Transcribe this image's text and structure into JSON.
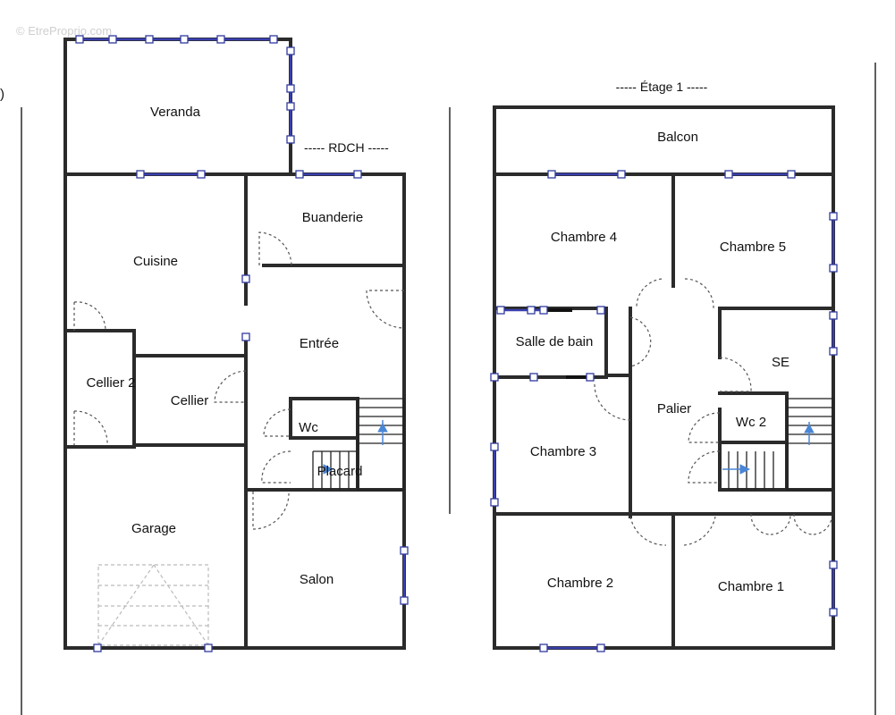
{
  "watermark": "© EtreProprio.com",
  "plans": {
    "ground": {
      "title": "----- RDCH -----",
      "rooms": {
        "veranda": "Veranda",
        "buanderie": "Buanderie",
        "cuisine": "Cuisine",
        "entree": "Entrée",
        "cellier2": "Cellier 2",
        "cellier": "Cellier",
        "wc": "Wc",
        "placard": "Placard",
        "garage": "Garage",
        "salon": "Salon"
      }
    },
    "upper": {
      "title": "----- Étage 1 -----",
      "rooms": {
        "balcon": "Balcon",
        "chambre4": "Chambre 4",
        "chambre5": "Chambre 5",
        "salle_de_bain": "Salle de bain",
        "se": "SE",
        "palier": "Palier",
        "wc2": "Wc 2",
        "chambre3": "Chambre 3",
        "chambre2": "Chambre 2",
        "chambre1": "Chambre 1"
      }
    }
  },
  "colors": {
    "wall": "#2b2b2b",
    "window": "#3a3fb0",
    "stair_arrow": "#4a86d6"
  }
}
